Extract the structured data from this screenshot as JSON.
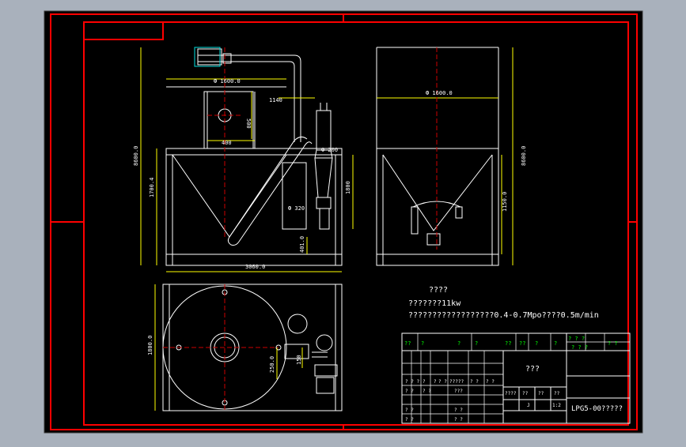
{
  "dimensions": {
    "front_top_width": "Ф 1600.0",
    "front_dim_1140": "1140",
    "front_dim_500": "500",
    "front_dim_400": "400",
    "front_dim_200": "Ф 200",
    "front_total_height": "8600.0",
    "front_hopper_height": "1700.4",
    "front_dim_1800": "1800",
    "front_dim_320": "Ф 320",
    "front_dim_401": "401.0",
    "front_base_width": "3060.0",
    "side_top_width": "Ф 1600.0",
    "side_total_height": "8600.0",
    "side_lower_height": "1150.0",
    "plan_width": "1800.0",
    "plan_dim_250": "250.0",
    "plan_dim_150": "150"
  },
  "notes": {
    "title": "????",
    "line1": "???????11kw",
    "line2": "??????????????????0.4-0.7Mpo????0.5m/min"
  },
  "title_block": {
    "header_cells": [
      "??",
      "?",
      "?",
      "?",
      "??",
      "??",
      "?",
      "?"
    ],
    "sign_cells": [
      "? ? ?",
      "? ? ?",
      "? ?"
    ],
    "drawing_name": "???",
    "row_a": [
      "? ? ?",
      "?",
      "?",
      "? ?",
      "?????",
      "? ?",
      "? ?"
    ],
    "row_b": [
      "? ?",
      "? ?",
      "???"
    ],
    "row_c": [
      "? ?",
      "? ?"
    ],
    "row_d": [
      "? ?",
      "? ?"
    ],
    "mass_labels": [
      "????",
      "??",
      "??",
      "??"
    ],
    "mass_values": [
      "J",
      "1:2"
    ],
    "drawing_number": "LPG5-00?????"
  }
}
